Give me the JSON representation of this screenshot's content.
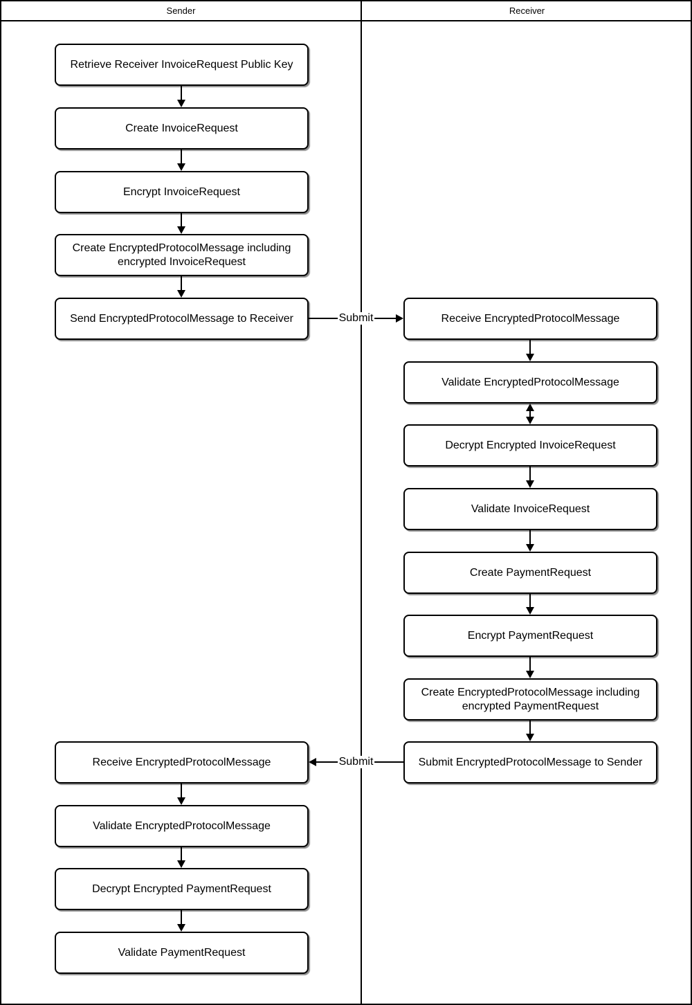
{
  "lanes": {
    "sender": {
      "label": "Sender"
    },
    "receiver": {
      "label": "Receiver"
    }
  },
  "nodes": {
    "s1": {
      "label": "Retrieve Receiver InvoiceRequest Public Key"
    },
    "s2": {
      "label": "Create InvoiceRequest"
    },
    "s3": {
      "label": "Encrypt InvoiceRequest"
    },
    "s4": {
      "label": "Create EncryptedProtocolMessage including encrypted InvoiceRequest"
    },
    "s5": {
      "label": "Send EncryptedProtocolMessage to Receiver"
    },
    "s6": {
      "label": "Receive EncryptedProtocolMessage"
    },
    "s7": {
      "label": "Validate EncryptedProtocolMessage"
    },
    "s8": {
      "label": "Decrypt Encrypted PaymentRequest"
    },
    "s9": {
      "label": "Validate PaymentRequest"
    },
    "r1": {
      "label": "Receive EncryptedProtocolMessage"
    },
    "r2": {
      "label": "Validate EncryptedProtocolMessage"
    },
    "r3": {
      "label": "Decrypt Encrypted InvoiceRequest"
    },
    "r4": {
      "label": "Validate InvoiceRequest"
    },
    "r5": {
      "label": "Create PaymentRequest"
    },
    "r6": {
      "label": "Encrypt PaymentRequest"
    },
    "r7": {
      "label": "Create EncryptedProtocolMessage including encrypted PaymentRequest"
    },
    "r8": {
      "label": "Submit EncryptedProtocolMessage to Sender"
    }
  },
  "connectors": {
    "submit_to_receiver": {
      "label": "Submit"
    },
    "submit_to_sender": {
      "label": "Submit"
    }
  },
  "colors": {
    "stroke": "#000000",
    "background": "#ffffff"
  }
}
